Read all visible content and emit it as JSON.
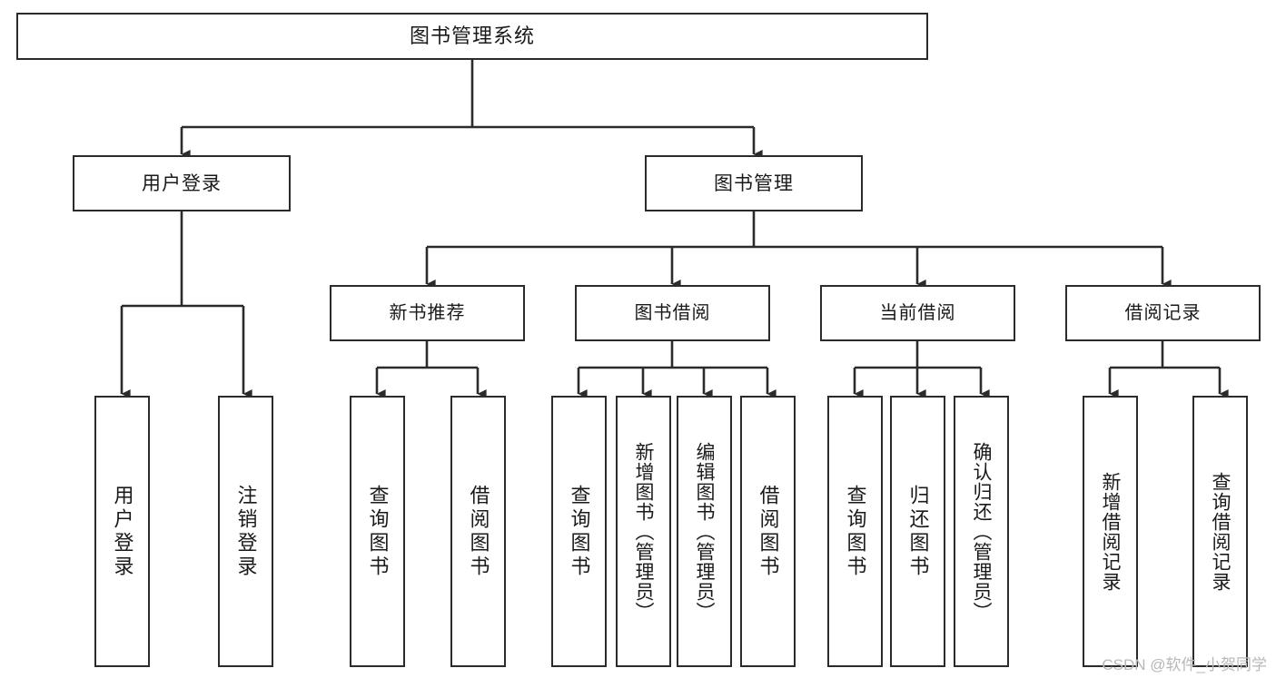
{
  "diagram": {
    "type": "tree",
    "title": "图书管理系统",
    "root": {
      "label": "图书管理系统"
    },
    "level2": [
      {
        "label": "用户登录"
      },
      {
        "label": "图书管理"
      }
    ],
    "level3": [
      {
        "label": "新书推荐"
      },
      {
        "label": "图书借阅"
      },
      {
        "label": "当前借阅"
      },
      {
        "label": "借阅记录"
      }
    ],
    "leaves": {
      "user_login": [
        {
          "label": "用户登录"
        },
        {
          "label": "注销登录"
        }
      ],
      "new_book_recommend": [
        {
          "label": "查询图书"
        },
        {
          "label": "借阅图书"
        }
      ],
      "book_borrow": [
        {
          "label": "查询图书"
        },
        {
          "label": "新增图书（管理员）"
        },
        {
          "label": "编辑图书（管理员）"
        },
        {
          "label": "借阅图书"
        }
      ],
      "current_borrow": [
        {
          "label": "查询图书"
        },
        {
          "label": "归还图书"
        },
        {
          "label": "确认归还（管理员）"
        }
      ],
      "borrow_record": [
        {
          "label": "新增借阅记录"
        },
        {
          "label": "查询借阅记录"
        }
      ]
    }
  },
  "watermark": {
    "text": "CSDN @软件_小贺同学"
  },
  "colors": {
    "stroke": "#2b2b2b",
    "background": "#ffffff",
    "text": "#1a1a1a",
    "watermark": "#b8b8b8"
  }
}
